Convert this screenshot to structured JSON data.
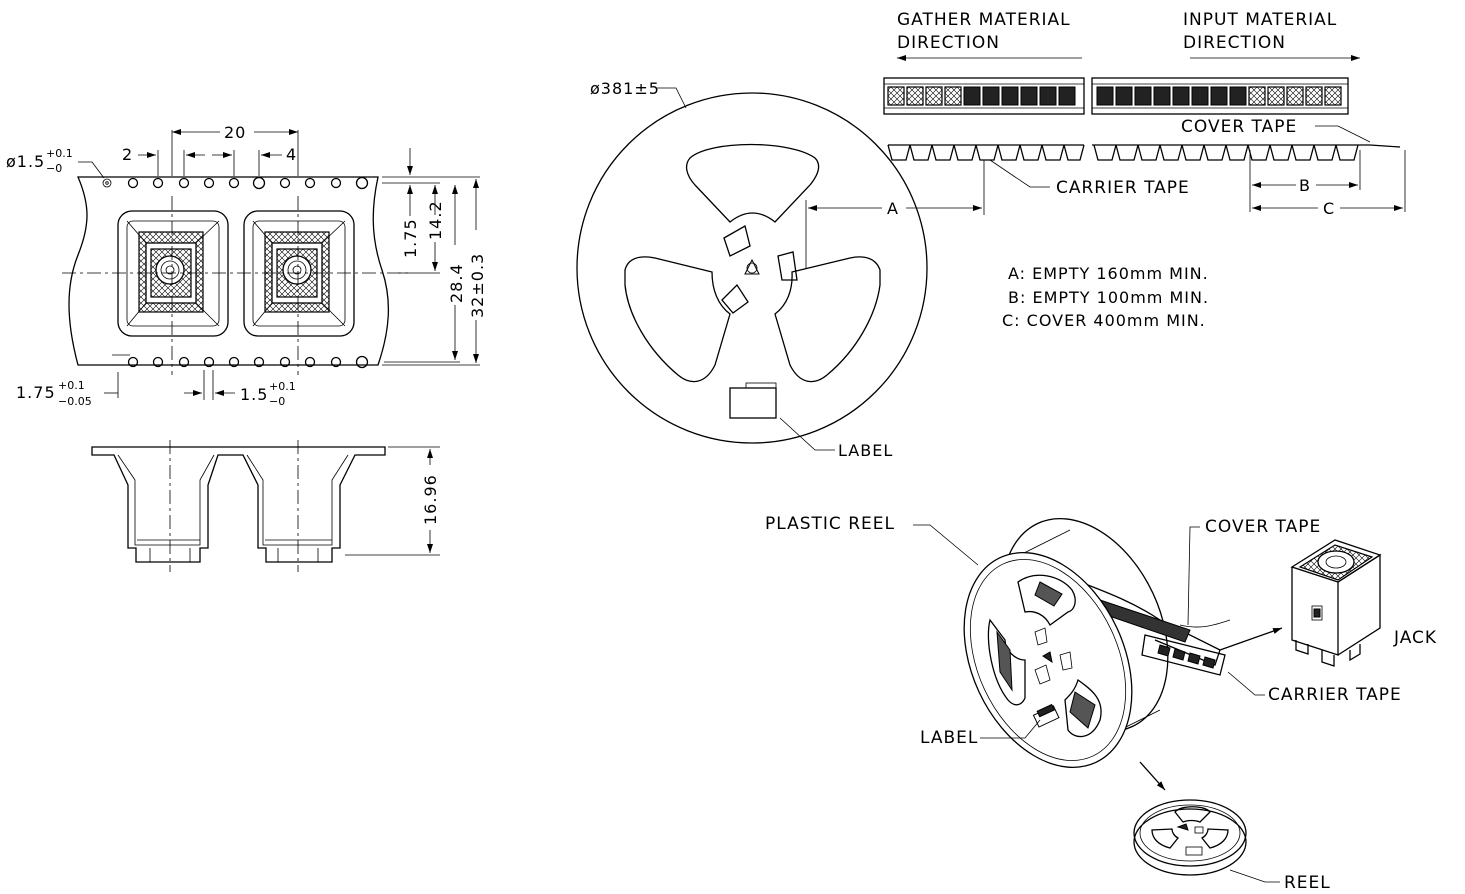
{
  "dimensions": {
    "hole_dia": "ø1.5",
    "hole_dia_tol_upper": "+0.1",
    "hole_dia_tol_lower": "−0",
    "hole_dia2": "1.5",
    "hole_dia2_tol_upper": "+0.1",
    "hole_dia2_tol_lower": "−0",
    "pitch_20": "20",
    "pitch_2": "2",
    "pitch_4": "4",
    "edge_175": "1.75",
    "d_142": "14.2",
    "d_284": "28.4",
    "d_32": "32±0.3",
    "edge2": "1.75",
    "edge2_tol_upper": "+0.1",
    "edge2_tol_lower": "−0.05",
    "depth": "16.96"
  },
  "reel": {
    "diameter": "ø381±5",
    "label": "LABEL",
    "dim_a": "A",
    "dim_b": "B",
    "dim_c": "C"
  },
  "tape": {
    "gather_line1": "GATHER MATERIAL",
    "gather_line2": "DIRECTION",
    "input_line1": "INPUT MATERIAL",
    "input_line2": "DIRECTION",
    "cover_tape": "COVER TAPE",
    "carrier_tape": "CARRIER TAPE"
  },
  "notes": [
    "A:  EMPTY 160mm MIN.",
    "B:  EMPTY 100mm MIN.",
    "C:  COVER 400mm MIN."
  ],
  "iso": {
    "plastic_reel": "PLASTIC REEL",
    "cover_tape": "COVER TAPE",
    "jack": "JACK",
    "carrier_tape": "CARRIER TAPE",
    "label": "LABEL",
    "reel": "REEL"
  }
}
